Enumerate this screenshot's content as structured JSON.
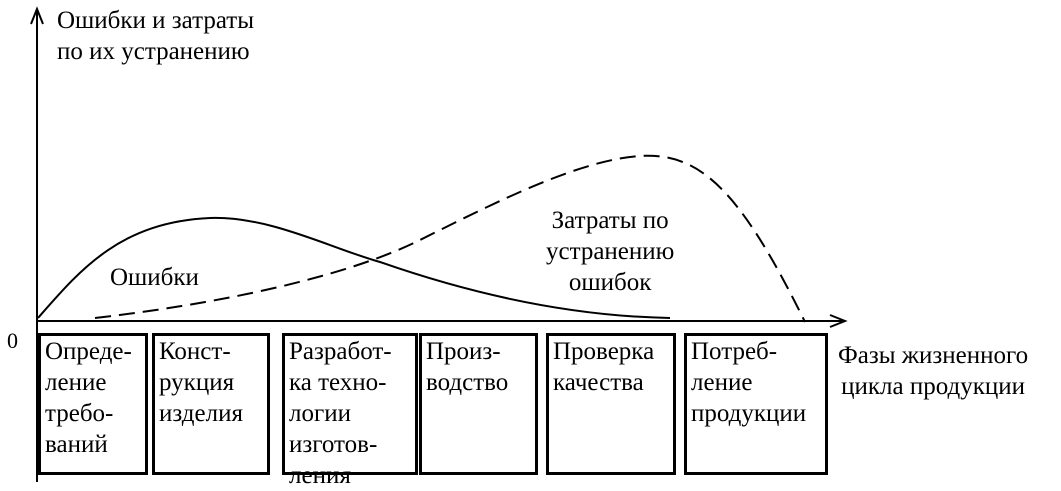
{
  "diagram": {
    "y_axis_label": "Ошибки и затраты\nпо их устранению",
    "x_axis_label": "Фазы жизненного\nцикла продукции",
    "origin_label": "0",
    "errors_label": "Ошибки",
    "costs_label": "Затраты по\nустранению\nошибок",
    "phases": [
      "Опреде-\nление\nтребо-\nваний",
      "Конст-\nрукция\nизделия",
      "Разработ-\nка техно-\nлогии\nизготов-\nления",
      "Произ-\nводство",
      "Проверка\nкачества",
      "Потреб-\nление\nпродукции"
    ]
  }
}
